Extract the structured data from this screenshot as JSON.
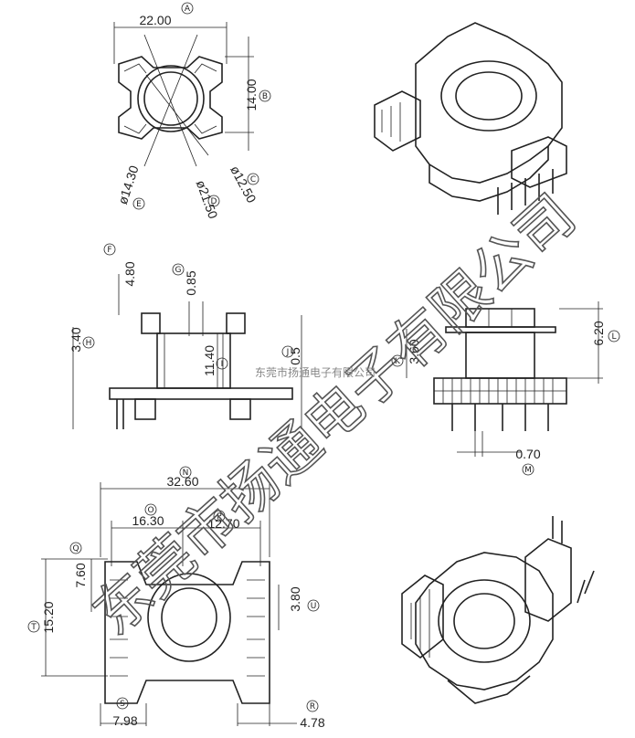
{
  "dimensions": [
    {
      "id": "A",
      "value": "22.00"
    },
    {
      "id": "B",
      "value": "14.00"
    },
    {
      "id": "C",
      "value": "ø12.50"
    },
    {
      "id": "D",
      "value": "ø21.50"
    },
    {
      "id": "E",
      "value": "ø14.30"
    },
    {
      "id": "F",
      "value": "4.80"
    },
    {
      "id": "G",
      "value": "0.85"
    },
    {
      "id": "H",
      "value": "3.40"
    },
    {
      "id": "I",
      "value": "11.40"
    },
    {
      "id": "J",
      "value": "0.5"
    },
    {
      "id": "K",
      "value": "3.60"
    },
    {
      "id": "L",
      "value": "6.20"
    },
    {
      "id": "M",
      "value": "0.70"
    },
    {
      "id": "N",
      "value": "32.60"
    },
    {
      "id": "O",
      "value": "16.30"
    },
    {
      "id": "P",
      "value": "12.70"
    },
    {
      "id": "Q",
      "value": "7.60"
    },
    {
      "id": "R",
      "value": "4.78"
    },
    {
      "id": "S",
      "value": "7.98"
    },
    {
      "id": "T",
      "value": "15.20"
    },
    {
      "id": "U",
      "value": "3.80"
    }
  ],
  "watermark": {
    "large_text": "东莞市扬通电子有限公司",
    "small_text": "东莞市扬通电子有限公司"
  }
}
